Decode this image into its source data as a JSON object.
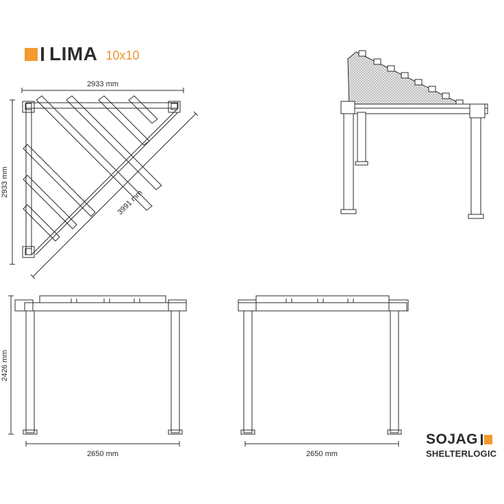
{
  "header": {
    "title": "LIMA",
    "model": "10x10",
    "accent_color": "#f39a30"
  },
  "dimensions": {
    "top_width": "2933 mm",
    "side_depth": "2933 mm",
    "diagonal": "3991 mm",
    "height": "2426 mm",
    "front_width": "2650 mm",
    "side_width": "2650 mm"
  },
  "logo": {
    "brand": "SOJAG",
    "sub": "SHELTERLOGIC"
  }
}
